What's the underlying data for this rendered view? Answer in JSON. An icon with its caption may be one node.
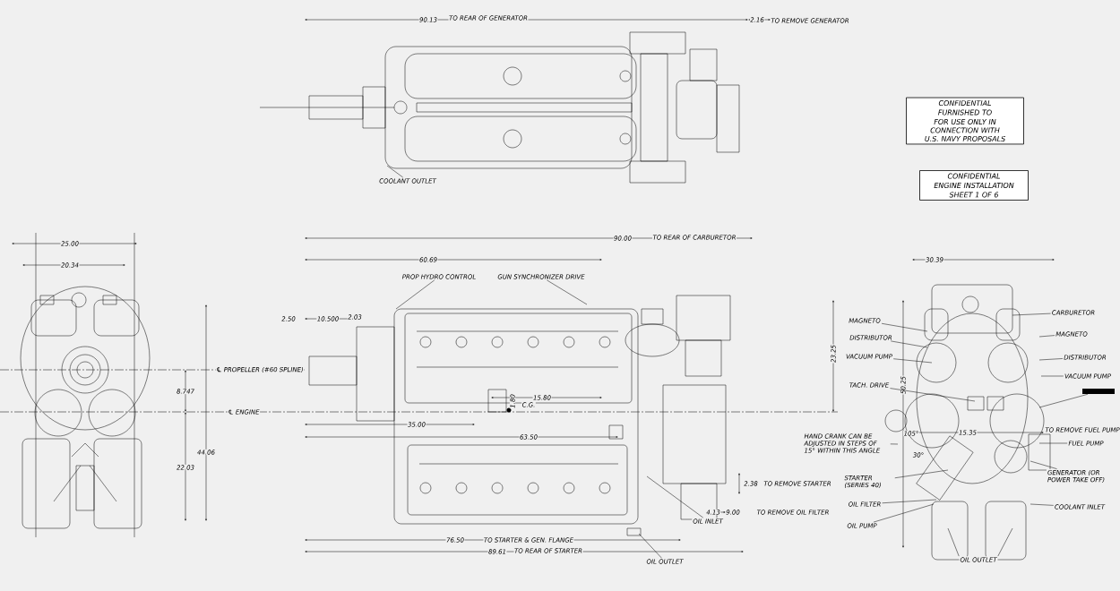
{
  "diagram": {
    "nodes": [
      {
        "text": [
          "CONFIDENTIAL",
          "FURNISHED TO",
          "FOR USE ONLY IN CONNECTION WITH U.S. NAVY PROPOSALS"
        ]
      },
      {
        "text": [
          "CONFIDENTIAL",
          "ENGINE INSTALLATION",
          "SHEET 1 OF 6"
        ]
      },
      {
        "text": [
          "COOLANT OUTLET"
        ]
      },
      {
        "text": [
          "PROP HYDRO CONTROL"
        ]
      },
      {
        "text": [
          "GUN SYNCHRONIZER DRIVE"
        ]
      },
      {
        "text": [
          "OIL INLET"
        ]
      },
      {
        "text": [
          "OIL OUTLET"
        ]
      },
      {
        "text": [
          "MAGNETO"
        ]
      },
      {
        "text": [
          "DISTRIBUTOR"
        ]
      },
      {
        "text": [
          "VACUUM PUMP"
        ]
      },
      {
        "text": [
          "TACH. DRIVE"
        ]
      },
      {
        "text": [
          "HAND CRANK CAN BE ADJUSTED IN STEPS OF 15° WITHIN THIS ANGLE"
        ]
      },
      {
        "text": [
          "STARTER (SERIES 40)"
        ]
      },
      {
        "text": [
          "OIL FILTER"
        ]
      },
      {
        "text": [
          "OIL PUMP"
        ]
      },
      {
        "text": [
          "OIL OUTLET"
        ]
      },
      {
        "text": [
          "CARBURETOR"
        ]
      },
      {
        "text": [
          "MAGNETO"
        ]
      },
      {
        "text": [
          "DISTRIBUTOR"
        ]
      },
      {
        "text": [
          "VACUUM PUMP"
        ]
      },
      {
        "text": [],
        "shape": "bar"
      },
      {
        "text": [
          "FUEL PUMP"
        ]
      },
      {
        "text": [
          "GENERATOR (OR POWER TAKE OFF)"
        ]
      },
      {
        "text": [
          "COOLANT INLET"
        ]
      }
    ],
    "edges": [
      {
        "from": 2,
        "to": null,
        "arrow": "none"
      },
      {
        "from": 3,
        "to": null,
        "arrow": "none"
      },
      {
        "from": 4,
        "to": null,
        "arrow": "none"
      },
      {
        "from": 5,
        "to": null,
        "arrow": "none"
      },
      {
        "from": 6,
        "to": null,
        "arrow": "none"
      },
      {
        "from": 7,
        "to": null,
        "arrow": "none"
      },
      {
        "from": 8,
        "to": null,
        "arrow": "none"
      },
      {
        "from": 9,
        "to": null,
        "arrow": "none"
      },
      {
        "from": 10,
        "to": null,
        "arrow": "none"
      },
      {
        "from": 11,
        "to": null,
        "arrow": "none"
      },
      {
        "from": 12,
        "to": null,
        "arrow": "none"
      },
      {
        "from": 13,
        "to": null,
        "arrow": "none"
      },
      {
        "from": 14,
        "to": null,
        "arrow": "none"
      },
      {
        "from": 15,
        "to": null,
        "arrow": "none"
      },
      {
        "from": 15,
        "to": null,
        "arrow": "none"
      },
      {
        "from": 16,
        "to": null,
        "arrow": "none"
      },
      {
        "from": 17,
        "to": null,
        "arrow": "none"
      },
      {
        "from": 18,
        "to": null,
        "arrow": "none"
      },
      {
        "from": 19,
        "to": null,
        "arrow": "none"
      },
      {
        "from": 20,
        "to": null,
        "arrow": "none"
      },
      {
        "from": 21,
        "to": null,
        "arrow": "none"
      },
      {
        "from": 22,
        "to": null,
        "arrow": "none"
      },
      {
        "from": 23,
        "to": null,
        "arrow": "none"
      }
    ],
    "labels": [
      "90.13",
      "TO REAR OF GENERATOR",
      "2.16",
      "TO REMOVE GENERATOR",
      "25.00",
      "20.34",
      "90.00",
      "TO REAR OF CARBURETOR",
      "60.69",
      "30.39",
      "2.50",
      "10.500",
      "2.03",
      "23.25",
      "50.25",
      "℄ PROPELLER (#60 SPLINE)",
      "8.747",
      "15.80",
      "1.80",
      "℄ ENGINE",
      "C.G.",
      "35.00",
      "63.50",
      "15.35",
      "TO REMOVE FUEL PUMP",
      "105°",
      "30°",
      "44.06",
      "22.03",
      "2.38",
      "TO REMOVE STARTER",
      "4.13",
      "9.00",
      "TO REMOVE OIL FILTER",
      "76.50",
      "TO STARTER & GEN. FLANGE",
      "89.61",
      "TO REAR OF STARTER"
    ]
  }
}
